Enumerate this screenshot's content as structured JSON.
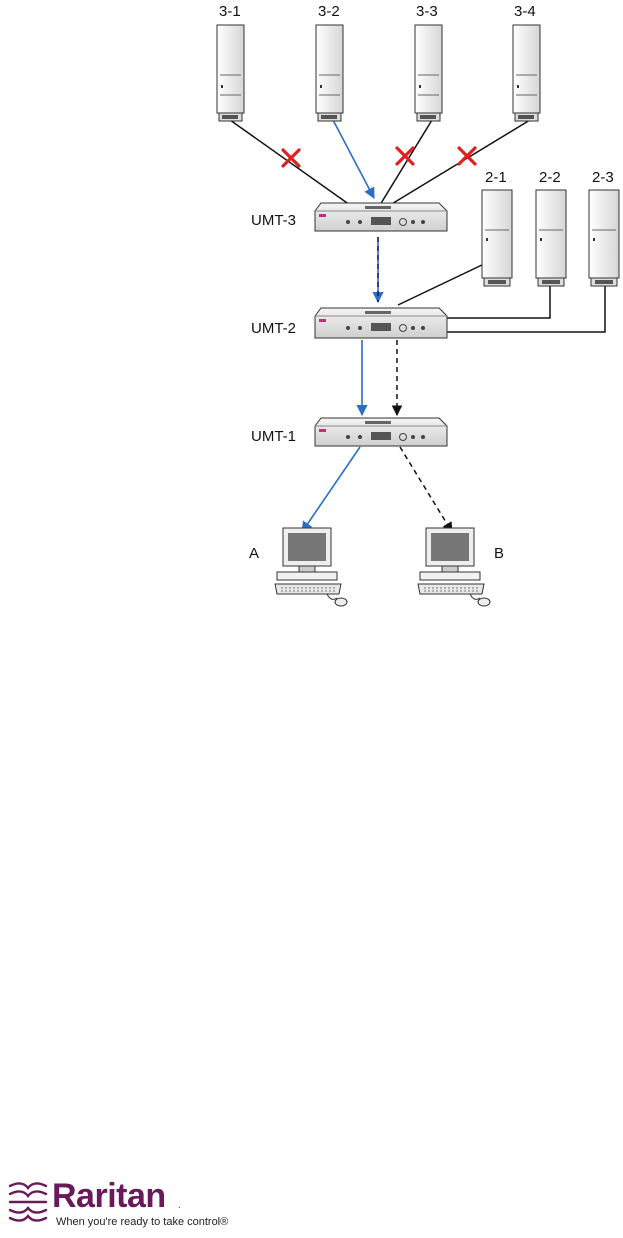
{
  "diagram": {
    "servers_top": [
      "3-1",
      "3-2",
      "3-3",
      "3-4"
    ],
    "servers_side": [
      "2-1",
      "2-2",
      "2-3"
    ],
    "switches": [
      "UMT-3",
      "UMT-2",
      "UMT-1"
    ],
    "consoles": [
      "A",
      "B"
    ],
    "colors": {
      "active_path": "#2a6fc4",
      "blocked": "#e02020",
      "line": "#111111",
      "logo": "#6a1a5a"
    }
  },
  "logo": {
    "wordmark": "Raritan",
    "registered": ".",
    "tagline": "When you're ready to take control®"
  }
}
